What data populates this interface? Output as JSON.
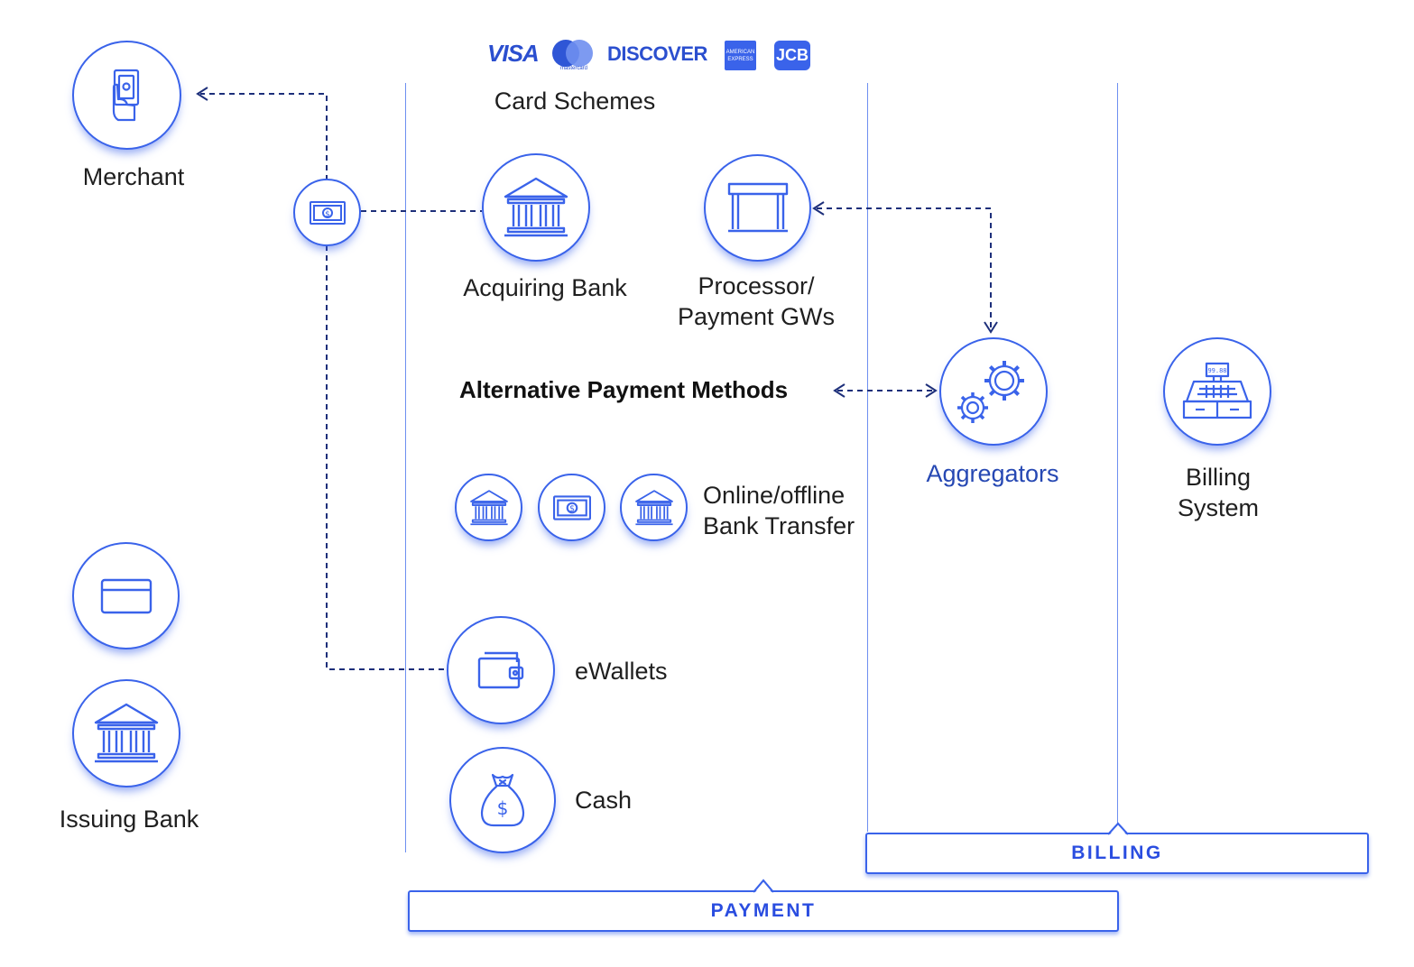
{
  "card_schemes": {
    "logos": [
      "VISA",
      "mastercard",
      "DISCOVER",
      "AMERICAN EXPRESS",
      "JCB"
    ],
    "label": "Card Schemes"
  },
  "nodes": {
    "merchant": "Merchant",
    "acquiring_bank": "Acquiring Bank",
    "processor_line1": "Processor/",
    "processor_line2": "Payment GWs",
    "alternative_payment_methods": "Alternative Payment Methods",
    "aggregators": "Aggregators",
    "billing_system_line1": "Billing",
    "billing_system_line2": "System",
    "bank_transfer_line1": "Online/offline",
    "bank_transfer_line2": "Bank Transfer",
    "ewallets": "eWallets",
    "cash": "Cash",
    "issuing_bank": "Issuing Bank"
  },
  "sections": {
    "payment": "PAYMENT",
    "billing": "BILLING"
  },
  "icons": {
    "merchant": "hand-pay-icon",
    "money_hub": "banknote-icon",
    "acquiring_bank": "bank-icon",
    "processor": "gateway-icon",
    "aggregators": "gears-icon",
    "billing_system": "cash-register-icon",
    "bank_transfer": [
      "bank-icon",
      "banknote-icon",
      "bank-icon"
    ],
    "ewallets": "wallet-icon",
    "cash": "money-bag-icon",
    "card": "credit-card-icon",
    "issuing_bank": "bank-icon"
  },
  "colors": {
    "accent": "#3a63ea",
    "connector": "#1d2f7a",
    "section_text": "#2a4de0"
  }
}
